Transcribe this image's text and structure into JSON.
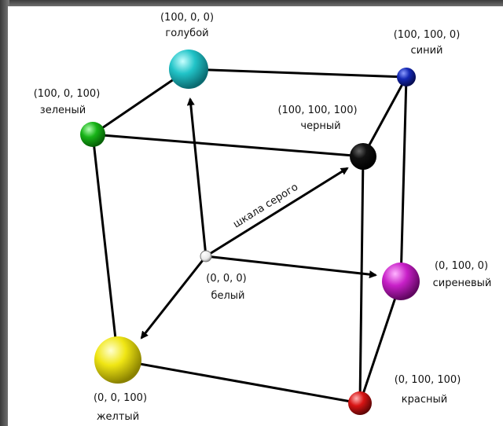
{
  "diagram": {
    "nodes": {
      "white": {
        "coords": "(0, 0, 0)",
        "name": "белый",
        "color": "#ffffff"
      },
      "cyan": {
        "coords": "(100, 0, 0)",
        "name": "голубой",
        "color": "#22c4c8"
      },
      "green": {
        "coords": "(100, 0, 100)",
        "name": "зеленый",
        "color": "#18b418"
      },
      "black": {
        "coords": "(100, 100, 100)",
        "name": "черный",
        "color": "#111111"
      },
      "blue": {
        "coords": "(100, 100, 0)",
        "name": "синий",
        "color": "#1428b4"
      },
      "magenta": {
        "coords": "(0, 100, 0)",
        "name": "сиреневый",
        "color": "#c820c8"
      },
      "yellow": {
        "coords": "(0, 0, 100)",
        "name": "желтый",
        "color": "#f0e614"
      },
      "red": {
        "coords": "(0, 100, 100)",
        "name": "красный",
        "color": "#d81414"
      }
    },
    "diagonal_label": "шкала серого"
  }
}
